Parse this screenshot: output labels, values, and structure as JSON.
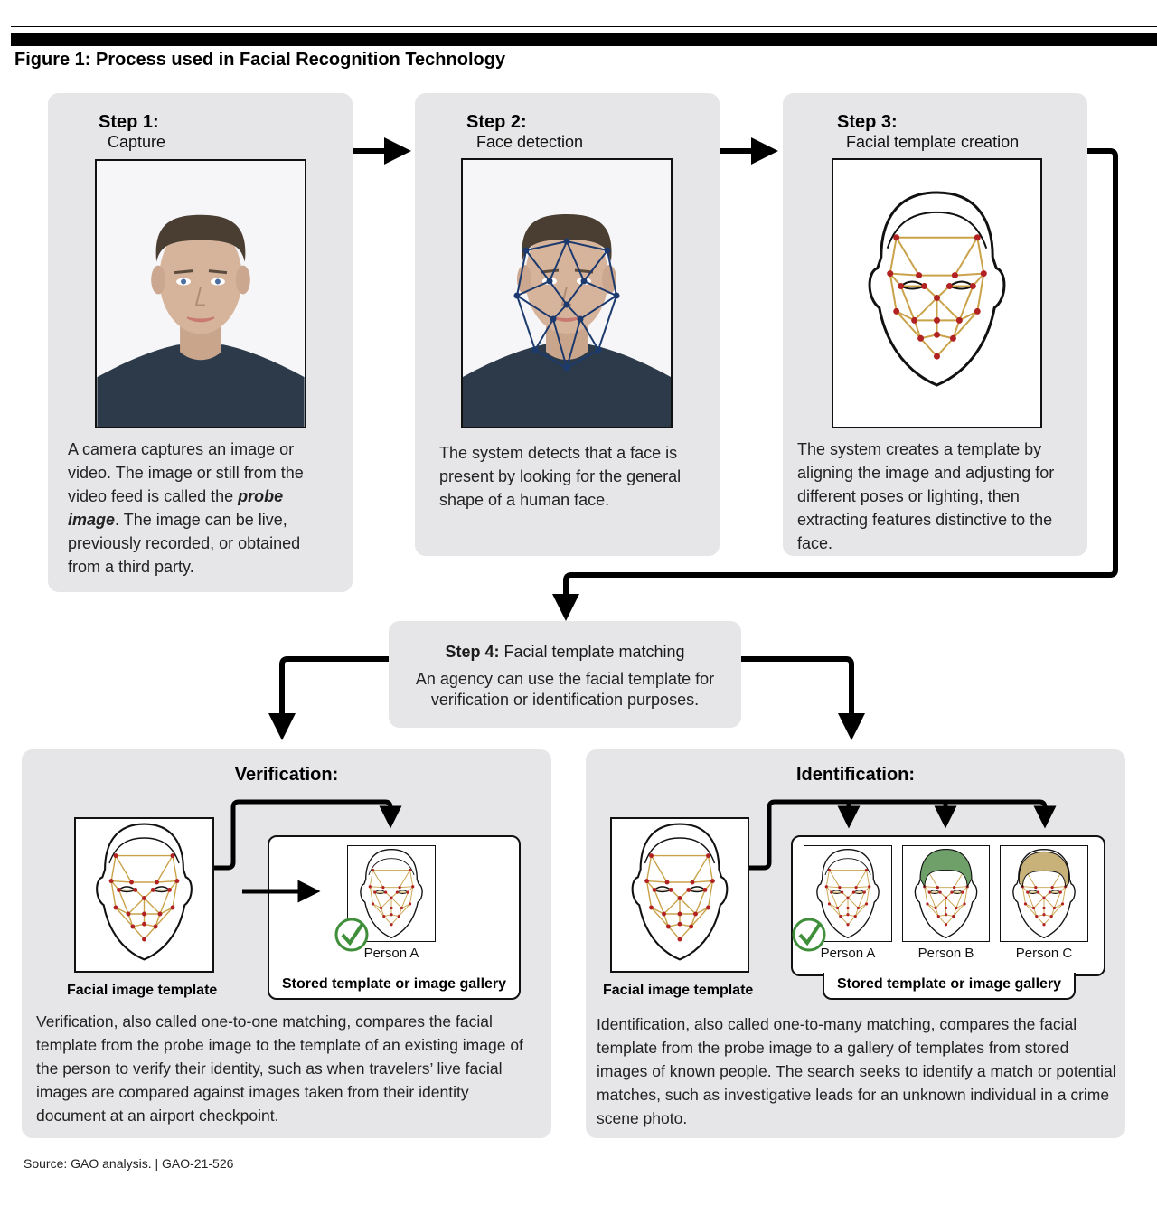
{
  "figure": {
    "title": "Figure 1: Process used in Facial Recognition Technology"
  },
  "steps": [
    {
      "number": "Step 1:",
      "name": "Capture",
      "desc_parts": [
        "A camera captures an image or video. The image or still from the video feed is called the ",
        "probe image",
        ". The image can be live, previously recorded, or obtained from a third party."
      ]
    },
    {
      "number": "Step 2:",
      "name": "Face detection",
      "desc": "The system detects that a face is present by looking for the general shape of a human face."
    },
    {
      "number": "Step 3:",
      "name": "Facial template creation",
      "desc": "The system creates a template by aligning the image and adjusting for different poses or lighting, then extracting features distinctive to the face."
    }
  ],
  "step4": {
    "number": "Step 4:",
    "name": "Facial template matching",
    "desc": "An agency can use the facial template for verification or identification purposes."
  },
  "verification": {
    "title": "Verification:",
    "template_label": "Facial image template",
    "gallery_label": "Stored template or image gallery",
    "persons": [
      "Person A"
    ],
    "desc": "Verification, also called one-to-one matching, compares the facial template from the probe image to the template of an existing image of the person to verify their identity, such as when travelers’ live facial images are compared against images taken from their identity document at an airport checkpoint."
  },
  "identification": {
    "title": "Identification:",
    "template_label": "Facial image template",
    "gallery_label": "Stored template or image gallery",
    "persons": [
      "Person A",
      "Person B",
      "Person C"
    ],
    "desc": "Identification, also called one-to-many matching, compares the facial template from the probe image to a gallery of templates from stored images of known people. The search seeks to identify a match or potential matches, such as investigative leads for an unknown individual in a crime scene photo."
  },
  "source": "Source: GAO analysis. | GAO-21-526",
  "colors": {
    "panel": "#e6e6e8",
    "arrow": "#000000",
    "mesh_line": "#c9a24a",
    "mesh_dot": "#b22222",
    "detect_mesh": "#1d3a6e",
    "check": "#3f8f3a",
    "skin": "#d6b49c",
    "hair": "#4a3e33",
    "shirt": "#2c3a4a",
    "person_b_hair": "#6fa06a",
    "person_c_hair": "#c8b27a"
  },
  "icons": [
    "right-arrow-icon",
    "down-arrow-icon",
    "check-mark-icon"
  ]
}
